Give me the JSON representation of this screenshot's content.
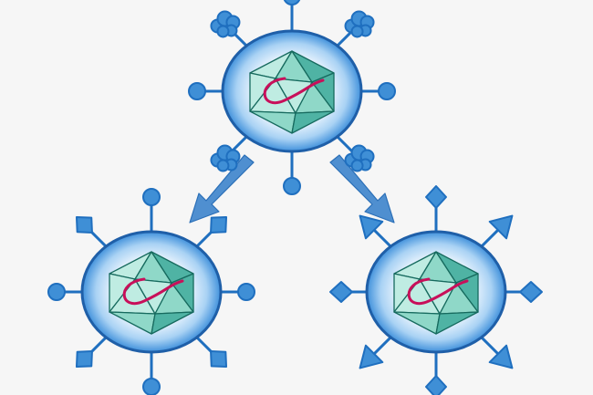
{
  "colors": {
    "background": "#f6f6f6",
    "envelope_center": "#ffffff",
    "envelope_edge": "#3f90db",
    "envelope_stroke": "#1f5fa8",
    "spike": "#3f8fd6",
    "spike_stroke": "#1f6fbf",
    "capsid_light": "#bfece2",
    "capsid_mid": "#8fd8c8",
    "capsid_dark": "#4fb3a4",
    "genome": "#c8105a",
    "arrow": "#4f8fd0"
  },
  "viruses": [
    {
      "id": "parent",
      "spike_pattern": "alternating-knob-and-cloud",
      "spike_count": 8
    },
    {
      "id": "progeny-left",
      "spike_pattern": "alternating-knob-and-diamond",
      "spike_count": 8
    },
    {
      "id": "progeny-right",
      "spike_pattern": "alternating-diamond-and-triangle",
      "spike_count": 8
    }
  ],
  "arrows": [
    {
      "id": "parent-to-left",
      "direction": "down-left"
    },
    {
      "id": "parent-to-right",
      "direction": "down-right"
    }
  ]
}
